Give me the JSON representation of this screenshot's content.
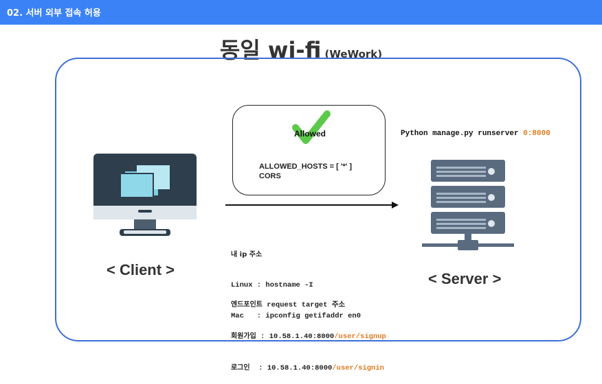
{
  "header": {
    "title": "02. 서버 외부 접속 허용"
  },
  "main_title": {
    "text": "동일 wi-fi",
    "sub": "(WeWork)"
  },
  "allowed_box": {
    "status": "Allowed",
    "hosts_line": "ALLOWED_HOSTS = [ '*' ]",
    "cors_line": "CORS"
  },
  "server_command": {
    "prefix": "Python manage.py runserver ",
    "port": "0:8000"
  },
  "client_label": "< Client >",
  "server_label": "< Server >",
  "ip_info": {
    "heading": "내 ip 주소",
    "linux": "Linux : hostname -I",
    "mac": "Mac   : ipconfig getifaddr en0"
  },
  "endpoints": {
    "heading_kr": "엔드포인트",
    "heading_en": " request target 주소",
    "signup_kr": "회원가입",
    "signup_host": " : 10.58.1.40:8000",
    "signup_path": "/user/signup",
    "signin_kr": "로그인",
    "signin_host": "  : 10.58.1.40:8000",
    "signin_path": "/user/signin"
  },
  "colors": {
    "topbar": "#3b82f6",
    "frame": "#3b6fd6",
    "check": "#5cc94a",
    "accent_orange": "#e07b1f",
    "monitor_dark": "#2e3e4c",
    "server_rack": "#5a6b80"
  },
  "icons": [
    "checkmark-icon",
    "monitor-icon",
    "server-rack-icon",
    "arrow-right-icon"
  ]
}
